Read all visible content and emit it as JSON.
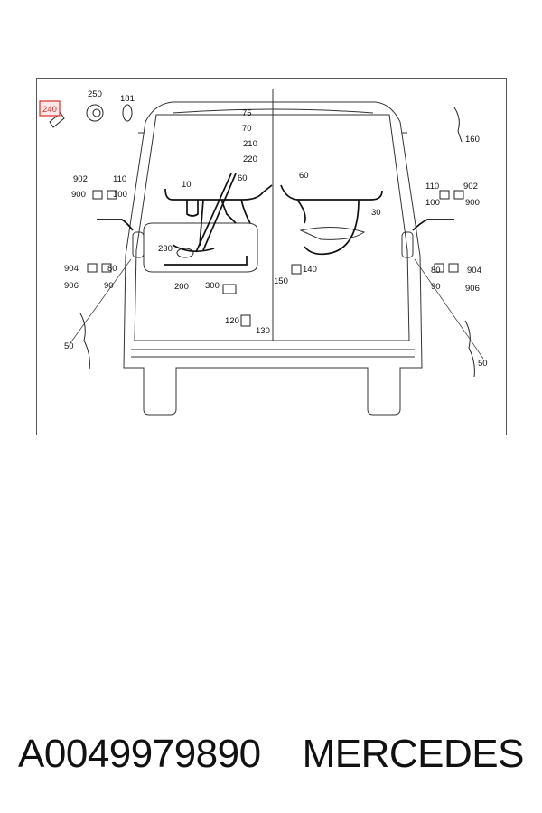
{
  "diagram": {
    "labels": {
      "l240": "240",
      "l250": "250",
      "l181": "181",
      "l160": "160",
      "l75": "75",
      "l70": "70",
      "l210": "210",
      "l220": "220",
      "l902a": "902",
      "l110a": "110",
      "l900a": "900",
      "l100a": "100",
      "l10": "10",
      "l60a": "60",
      "l60b": "60",
      "l30": "30",
      "l110b": "110",
      "l902b": "902",
      "l100b": "100",
      "l900b": "900",
      "l230": "230",
      "l904a": "904",
      "l80a": "80",
      "l906a": "906",
      "l90a": "90",
      "l200": "200",
      "l300": "300",
      "l140": "140",
      "l150": "150",
      "l80b": "80",
      "l904b": "904",
      "l90b": "90",
      "l906b": "906",
      "l120": "120",
      "l130": "130",
      "l50a": "50",
      "l50b": "50"
    },
    "highlight_color": "#d0302c"
  },
  "caption": {
    "part_number": "A0049979890",
    "brand": "MERCEDES"
  }
}
